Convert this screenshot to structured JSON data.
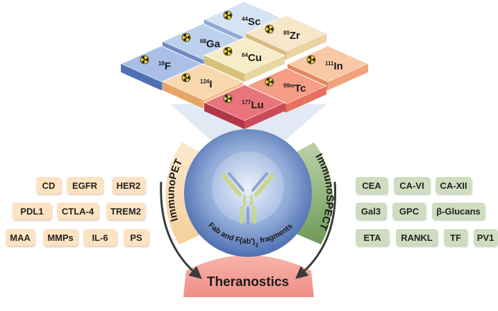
{
  "isotopes": [
    {
      "mass": "18",
      "symbol": "F"
    },
    {
      "mass": "68",
      "symbol": "Ga"
    },
    {
      "mass": "44",
      "symbol": "Sc"
    },
    {
      "mass": "64",
      "symbol": "Cu"
    },
    {
      "mass": "89",
      "symbol": "Zr"
    },
    {
      "mass": "124",
      "symbol": "I"
    },
    {
      "mass": "111",
      "symbol": "In"
    },
    {
      "mass": "177",
      "symbol": "Lu"
    },
    {
      "mass": "99m",
      "symbol": "Tc"
    }
  ],
  "center": {
    "fragment_label": "Fab and F(ab')",
    "fragment_sub": "2",
    "fragment_suffix": " fragments"
  },
  "left_arc_label": "ImmunoPET",
  "right_arc_label": "ImmunoSPECT",
  "bottom_label": "Theranostics",
  "pet_targets": [
    "CD",
    "EGFR",
    "HER2",
    "PDL1",
    "CTLA-4",
    "TREM2",
    "MAA",
    "MMPs",
    "IL-6",
    "PS"
  ],
  "spect_targets": [
    "CEA",
    "CA-VI",
    "CA-XII",
    "Gal3",
    "GPC",
    "β-Glucans",
    "ETA",
    "RANKL",
    "TF",
    "PV1"
  ],
  "colors": {
    "pet": "#fde3c2",
    "spect": "#cfdcbf",
    "theranostics": "#f7a8a0",
    "core": "#3f62a8"
  }
}
